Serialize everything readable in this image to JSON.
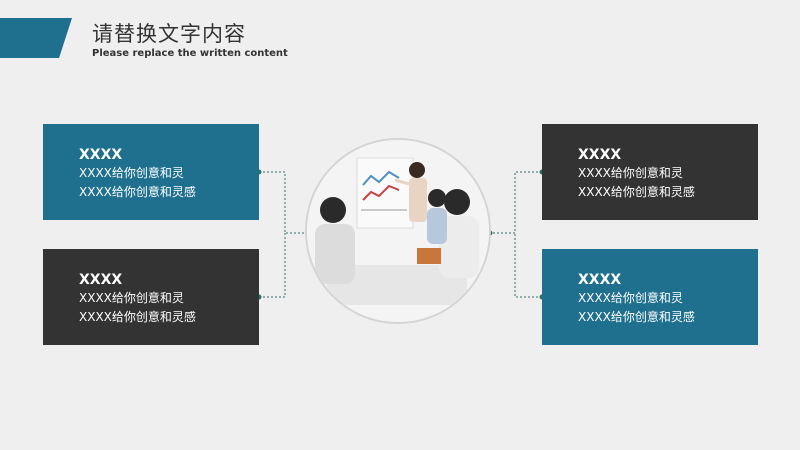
{
  "header": {
    "title": "请替换文字内容",
    "subtitle": "Please replace the written content"
  },
  "cards": {
    "top_left": {
      "heading": "XXXX",
      "line1": "XXXX给你创意和灵",
      "line2": "XXXX给你创意和灵感"
    },
    "bottom_left": {
      "heading": "XXXX",
      "line1": "XXXX给你创意和灵",
      "line2": "XXXX给你创意和灵感"
    },
    "top_right": {
      "heading": "XXXX",
      "line1": "XXXX给你创意和灵",
      "line2": "XXXX给你创意和灵感"
    },
    "bottom_right": {
      "heading": "XXXX",
      "line1": "XXXX给你创意和灵",
      "line2": "XXXX给你创意和灵感"
    }
  },
  "colors": {
    "teal": "#1f6f8f",
    "dark": "#333333",
    "background": "#efefef"
  },
  "photo": {
    "icon": "business-meeting-photo"
  }
}
